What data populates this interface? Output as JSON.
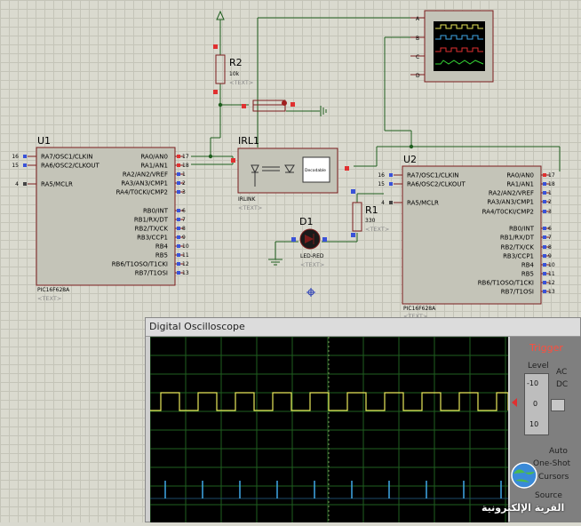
{
  "schematic": {
    "u1": {
      "ref": "U1",
      "part": "PIC16F628A",
      "text": "<TEXT>",
      "left_pins": [
        {
          "num": "16",
          "name": "RA7/OSC1/CLKIN"
        },
        {
          "num": "15",
          "name": "RA6/OSC2/CLKOUT"
        },
        {
          "num": "4",
          "name": "RA5/MCLR"
        }
      ],
      "right_pins": [
        {
          "num": "17",
          "name": "RA0/AN0"
        },
        {
          "num": "18",
          "name": "RA1/AN1"
        },
        {
          "num": "1",
          "name": "RA2/AN2/VREF"
        },
        {
          "num": "2",
          "name": "RA3/AN3/CMP1"
        },
        {
          "num": "3",
          "name": "RA4/T0CKI/CMP2"
        },
        {
          "num": "6",
          "name": "RB0/INT"
        },
        {
          "num": "7",
          "name": "RB1/RX/DT"
        },
        {
          "num": "8",
          "name": "RB2/TX/CK"
        },
        {
          "num": "9",
          "name": "RB3/CCP1"
        },
        {
          "num": "10",
          "name": "RB4"
        },
        {
          "num": "11",
          "name": "RB5"
        },
        {
          "num": "12",
          "name": "RB6/T1OSO/T1CKI"
        },
        {
          "num": "13",
          "name": "RB7/T1OSI"
        }
      ]
    },
    "u2": {
      "ref": "U2",
      "part": "PIC16F628A",
      "text": "<TEXT>",
      "left_pins": [
        {
          "num": "16",
          "name": "RA7/OSC1/CLKIN"
        },
        {
          "num": "15",
          "name": "RA6/OSC2/CLKOUT"
        },
        {
          "num": "4",
          "name": "RA5/MCLR"
        }
      ],
      "right_pins": [
        {
          "num": "17",
          "name": "RA0/AN0"
        },
        {
          "num": "18",
          "name": "RA1/AN1"
        },
        {
          "num": "1",
          "name": "RA2/AN2/VREF"
        },
        {
          "num": "2",
          "name": "RA3/AN3/CMP1"
        },
        {
          "num": "3",
          "name": "RA4/T0CKI/CMP2"
        },
        {
          "num": "6",
          "name": "RB0/INT"
        },
        {
          "num": "7",
          "name": "RB1/RX/DT"
        },
        {
          "num": "8",
          "name": "RB2/TX/CK"
        },
        {
          "num": "9",
          "name": "RB3/CCP1"
        },
        {
          "num": "10",
          "name": "RB4"
        },
        {
          "num": "11",
          "name": "RB5"
        },
        {
          "num": "12",
          "name": "RB6/T1OSO/T1CKI"
        },
        {
          "num": "13",
          "name": "RB7/T1OSI"
        }
      ]
    },
    "r2": {
      "ref": "R2",
      "value": "10k",
      "text": "<TEXT>"
    },
    "r1": {
      "ref": "R1",
      "value": "330",
      "text": "<TEXT>"
    },
    "irl1": {
      "ref": "IRL1",
      "part": "IRLINK",
      "text": "<TEXT>",
      "inner": "Decodable"
    },
    "d1": {
      "ref": "D1",
      "part": "LED-RED",
      "text": "<TEXT>"
    },
    "scope_inputs": [
      "A",
      "B",
      "C",
      "D"
    ]
  },
  "oscilloscope": {
    "title": "Digital Oscilloscope",
    "trigger": {
      "title": "Trigger",
      "level_label": "Level",
      "knob_ticks": [
        "-10",
        "0",
        "10"
      ],
      "ac_label": "AC",
      "dc_label": "DC",
      "auto_label": "Auto",
      "oneshot_label": "One-Shot",
      "cursors_label": "Cursors",
      "source_label": "Source"
    },
    "colors": {
      "channel_a": "#e8e85a",
      "channel_b": "#3fa9e8",
      "grid": "#1f5f1f"
    }
  },
  "watermark": {
    "text": "القرية الإلكترونية"
  }
}
